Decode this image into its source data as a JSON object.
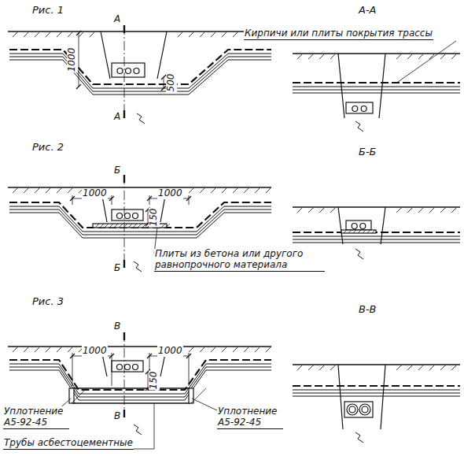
{
  "diagram": {
    "labels": [
      "Рис. 1",
      "А-А",
      "А",
      "1000",
      "500",
      "Кирпичи или плиты покрытия трассы",
      "А",
      "Рис. 2",
      "Б-Б",
      "Б",
      "1000",
      "1000",
      "150",
      "Плиты из бетона или другого равнопрочного материала",
      "Б",
      "Рис. 3",
      "В-В",
      "В",
      "1000",
      "1000",
      "150",
      "Уплотнение А5-92-45",
      "В",
      "Уплотнение А5-92-45",
      "Трубы асбестоцементные"
    ]
  }
}
